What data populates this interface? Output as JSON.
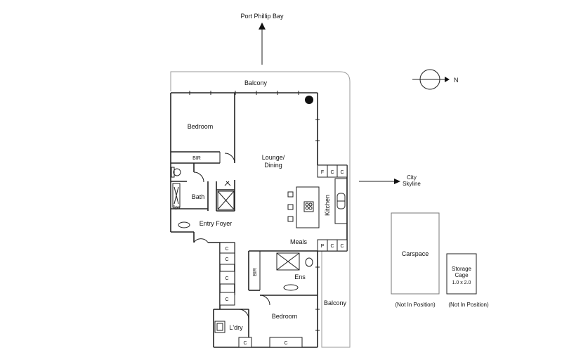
{
  "labels": {
    "bay": "Port Phillip Bay",
    "north": "N",
    "city_line1": "City",
    "city_line2": "Skyline",
    "balcony_top": "Balcony",
    "bedroom1": "Bedroom",
    "bir1": "BIR",
    "lounge_line1": "Lounge/",
    "lounge_line2": "Dining",
    "spa": "Spa",
    "bath": "Bath",
    "kitchen": "Kitchen",
    "entry_foyer": "Entry Foyer",
    "meals": "Meals",
    "bir2": "BIR",
    "ens": "Ens",
    "bedroom2": "Bedroom",
    "balcony_right": "Balcony",
    "laundry": "L'dry",
    "carspace": "Carspace",
    "carspace_note": "(Not In Position)",
    "storage_line1": "Storage",
    "storage_line2": "Cage",
    "storage_size": "1.0 x 2.0",
    "storage_note": "(Not In Position)"
  },
  "cupboards": {
    "fridge": "F",
    "pantry": "P",
    "c": "C"
  }
}
